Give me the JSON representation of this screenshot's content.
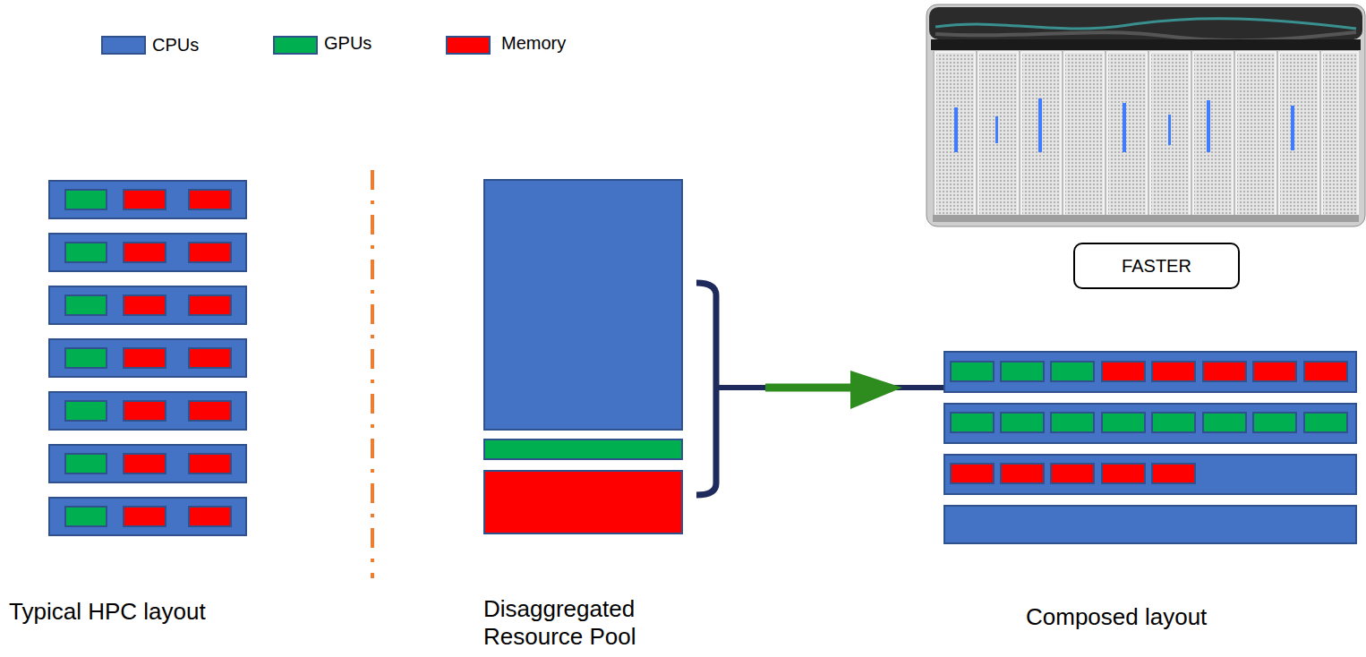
{
  "diagram": {
    "nodes": [
      {
        "text": [
          "FASTER"
        ]
      }
    ],
    "labels": [
      "Typical HPC layout",
      "Disaggregated Resource Pool",
      "Composed layout"
    ],
    "legend": [
      {
        "text": "CPUs",
        "color": "#4472c4"
      },
      {
        "text": "GPUs",
        "color": "#00b050"
      },
      {
        "text": "Memory",
        "color": "#ff0000"
      }
    ]
  }
}
